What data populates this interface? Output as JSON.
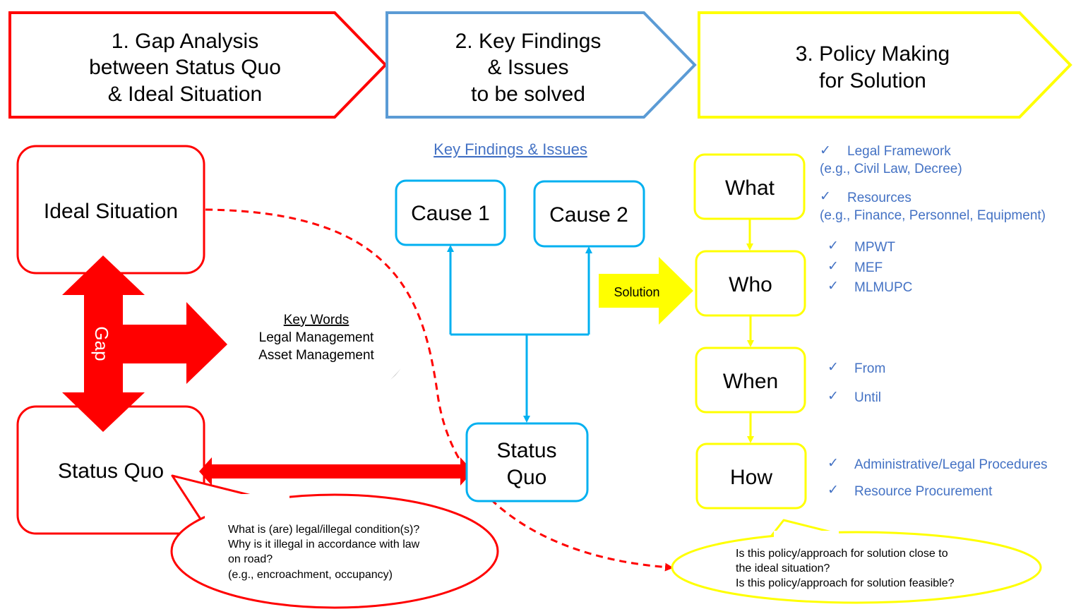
{
  "colors": {
    "red": "#ff0000",
    "blue_header": "#5b9bd5",
    "cyan": "#00b0f0",
    "yellow": "#ffff00",
    "text_blue": "#4472c4",
    "black": "#000000"
  },
  "headers": [
    {
      "lines": [
        "1. Gap Analysis",
        "between Status Quo",
        "& Ideal Situation"
      ]
    },
    {
      "lines": [
        "2. Key Findings",
        "& Issues",
        "to be solved"
      ]
    },
    {
      "lines": [
        "3. Policy Making",
        "for Solution"
      ]
    }
  ],
  "gap_section": {
    "ideal": "Ideal Situation",
    "status": "Status Quo",
    "gap_label": "Gap",
    "keywords_title": "Key Words",
    "keywords": [
      "Legal Management",
      "Asset Management"
    ],
    "callout_lines": [
      "What is (are) legal/illegal condition(s)?",
      "Why is it illegal in accordance with law",
      "on road?",
      "(e.g., encroachment, occupancy)"
    ]
  },
  "findings_section": {
    "title": "Key Findings & Issues",
    "cause1": "Cause 1",
    "cause2": "Cause 2",
    "status_lines": [
      "Status",
      "Quo"
    ]
  },
  "solution_label": "Solution",
  "policy_section": {
    "boxes": [
      "What",
      "Who",
      "When",
      "How"
    ],
    "what_items": [
      {
        "check": "✓",
        "label": "Legal Framework",
        "sub": "(e.g., Civil Law, Decree)"
      },
      {
        "check": "✓",
        "label": "Resources",
        "sub": "(e.g., Finance, Personnel, Equipment)"
      }
    ],
    "who_items": [
      "MPWT",
      "MEF",
      "MLMUPC"
    ],
    "when_items": [
      "From",
      "Until"
    ],
    "how_items": [
      "Administrative/Legal Procedures",
      "Resource Procurement"
    ],
    "callout_lines": [
      "Is this policy/approach for solution close to",
      "the ideal situation?",
      "Is this policy/approach for solution feasible?"
    ]
  }
}
